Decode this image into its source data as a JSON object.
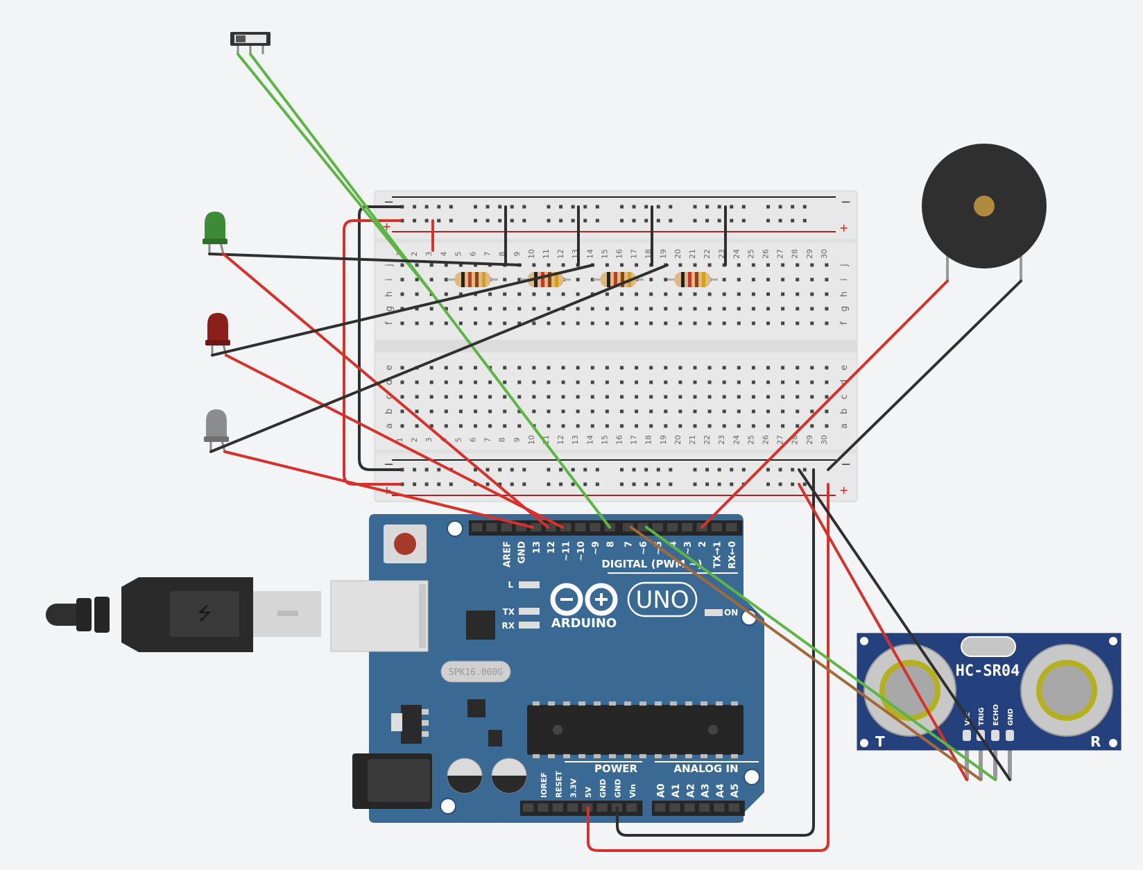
{
  "breadboard": {
    "rail_minus": "−",
    "rail_plus": "+",
    "columns": [
      "1",
      "2",
      "3",
      "4",
      "5",
      "6",
      "7",
      "8",
      "9",
      "10",
      "11",
      "12",
      "13",
      "14",
      "15",
      "16",
      "17",
      "18",
      "19",
      "20",
      "21",
      "22",
      "23",
      "24",
      "25",
      "26",
      "27",
      "28",
      "29",
      "30"
    ],
    "rows_top": [
      "j",
      "i",
      "h",
      "g",
      "f"
    ],
    "rows_bottom": [
      "e",
      "d",
      "c",
      "b",
      "a"
    ]
  },
  "arduino": {
    "brand": "ARDUINO",
    "model": "UNO",
    "crystal": "SPK16.000G",
    "on_label": "ON",
    "l_label": "L",
    "tx_label": "TX",
    "rx_label": "RX",
    "digital_header": "DIGITAL (PWM ~)",
    "digital_pins": [
      "AREF",
      "GND",
      "13",
      "12",
      "~11",
      "~10",
      "~9",
      "8",
      "7",
      "~6",
      "~5",
      "4",
      "~3",
      "2",
      "TX→1",
      "RX←0"
    ],
    "power_header": "POWER",
    "power_pins": [
      "IOREF",
      "RESET",
      "3.3V",
      "5V",
      "GND",
      "GND",
      "Vin"
    ],
    "analog_header": "ANALOG IN",
    "analog_pins": [
      "A0",
      "A1",
      "A2",
      "A3",
      "A4",
      "A5"
    ]
  },
  "sensor": {
    "name": "HC-SR04",
    "t_label": "T",
    "r_label": "R",
    "pins": [
      "Vcc",
      "TRIG",
      "ECHO",
      "GND"
    ]
  },
  "leds": [
    {
      "name": "green-led",
      "color": "#3f8a36"
    },
    {
      "name": "red-led",
      "color": "#8b1f1a"
    },
    {
      "name": "white-led",
      "color": "#8c8c8c"
    }
  ],
  "colors": {
    "wire_red": "#d6312b",
    "wire_black": "#2f2f2f",
    "wire_green": "#5cb545",
    "wire_brown": "#a2693a",
    "board_blue": "#3a6a94"
  }
}
